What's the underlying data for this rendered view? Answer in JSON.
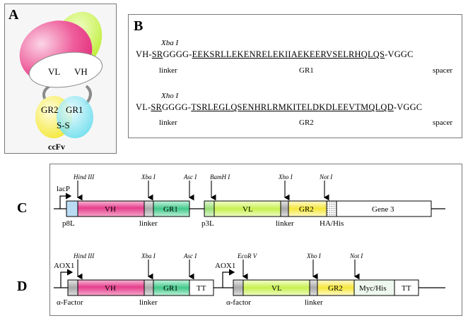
{
  "panel_a": {
    "label": "A",
    "regions": [
      "VL",
      "VH",
      "GR2",
      "GR1",
      "S-S"
    ],
    "caption": "ccFv",
    "colors": {
      "heavy": "#e8458b",
      "light": "#c6f24a",
      "gr2": "#f7ec5a",
      "gr1": "#6fe3f0",
      "linker": "#8a8a8a"
    }
  },
  "panel_b": {
    "label": "B",
    "line1": {
      "site": "Xba I",
      "prefix": "VH-",
      "site_seq": "SR",
      "linker_seq": "GGGG-",
      "gr_seq": "EEKSRLLEKENRELEKIIAEKEERVSELRHQLQS",
      "suffix": "-VGGC",
      "linker_label": "linker",
      "gr_label": "GR1",
      "spacer_label": "spacer"
    },
    "line2": {
      "site": "Xho I",
      "prefix": "VL-",
      "site_seq": "SR",
      "linker_seq": "GGGG-",
      "gr_seq": "TSRLEGLQSENHRLRMKITELDKDLEEVTMQLQD",
      "suffix": "-VGGC",
      "linker_label": "linker",
      "gr_label": "GR2",
      "spacer_label": "spacer"
    }
  },
  "panel_c": {
    "label": "C",
    "promoter": "lacP",
    "sites": [
      "Hind III",
      "Xba I",
      "Asc I",
      "BamH I",
      "Xho I",
      "Not I"
    ],
    "segments": [
      "VH",
      "GR1",
      "VL",
      "GR2",
      "Gene 3"
    ],
    "captions": [
      "p8L",
      "linker",
      "p3L",
      "linker",
      "HA/His"
    ]
  },
  "panel_d": {
    "label": "D",
    "promoters": [
      "AOX1",
      "AOX1"
    ],
    "sites": [
      "Hind III",
      "Xba I",
      "Asc I",
      "EcoR V",
      "Xho I",
      "Not I"
    ],
    "segments": [
      "VH",
      "GR1",
      "TT",
      "VL",
      "GR2",
      "Myc/His",
      "TT"
    ],
    "captions": [
      "α-Factor",
      "linker",
      "α-factor",
      "linker"
    ]
  }
}
